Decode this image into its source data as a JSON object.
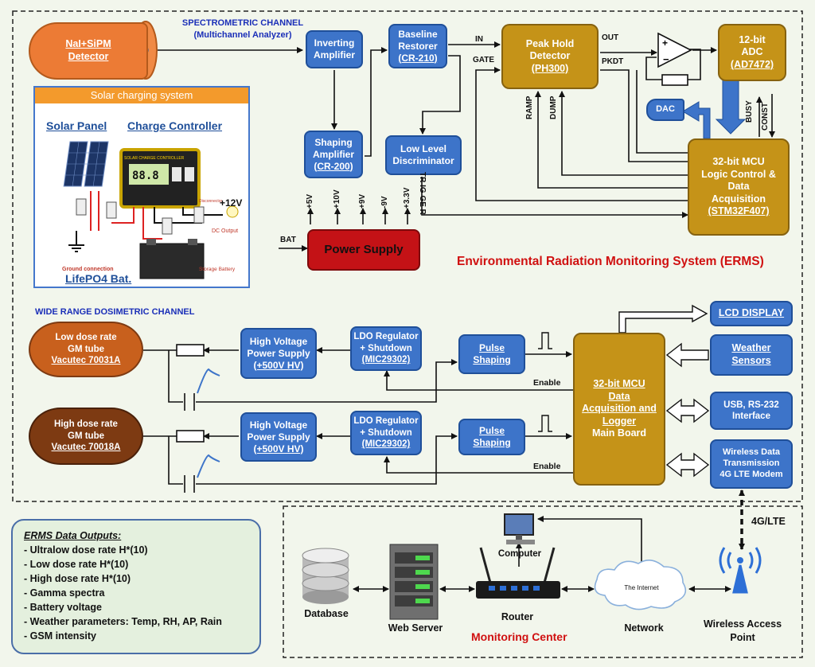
{
  "spectrometric": {
    "title_line1": "SPECTROMETRIC CHANNEL",
    "title_line2": "(Multichannel Analyzer)",
    "detector_line1": "NaI+SiPM",
    "detector_line2": "Detector",
    "inverting_line1": "Inverting",
    "inverting_line2": "Amplifier",
    "baseline_line1": "Baseline",
    "baseline_line2": "Restorer",
    "baseline_part": "(CR-210)",
    "shaping_line1": "Shaping",
    "shaping_line2": "Amplifier",
    "shaping_part": "(CR-200)",
    "lld_line1": "Low Level",
    "lld_line2": "Discriminator",
    "peak_line1": "Peak Hold",
    "peak_line2": "Detector",
    "peak_part": "(PH300)",
    "adc_line1": "12-bit",
    "adc_line2": "ADC",
    "adc_part": "(AD7472)",
    "dac": "DAC",
    "mcu_line1": "32-bit MCU",
    "mcu_line2": "Logic Control &",
    "mcu_line3": "Data",
    "mcu_line4": "Acquisition",
    "mcu_part": "(STM32F407)",
    "sig_in": "IN",
    "sig_gate": "GATE",
    "sig_out": "OUT",
    "sig_pkdt": "PKDT",
    "sig_ramp": "RAMP",
    "sig_dump": "DUMP",
    "sig_busy": "BUSY",
    "sig_const": "CONST",
    "sig_trig": "TR IG GE R"
  },
  "power": {
    "label": "Power Supply",
    "bat": "BAT",
    "rails": [
      "+5V",
      "+10V",
      "+9V",
      "-9V",
      "+3.3V"
    ]
  },
  "solar": {
    "title": "Solar charging system",
    "panel": "Solar Panel",
    "controller": "Charge Controller",
    "controller_face": "SOLAR CHARGE CONTROLLER",
    "voltage": "+12V",
    "battery": "LifePO4 Bat.",
    "ground": "Ground connection",
    "storage": "Storage Battery",
    "dc_output": "DC Output",
    "disconnector": "Disconnector",
    "lcd_digits": "88.8"
  },
  "system_title": "Environmental Radiation Monitoring System (ERMS)",
  "dosimetric": {
    "title": "WIDE RANGE DOSIMETRIC CHANNEL",
    "low_tube_line1": "Low dose rate",
    "low_tube_line2": "GM tube",
    "low_tube_part": "Vacutec 70031A",
    "high_tube_line1": "High dose rate",
    "high_tube_line2": "GM tube",
    "high_tube_part": "Vacutec 70018A",
    "hv_line1": "High Voltage",
    "hv_line2": "Power Supply",
    "hv_value": "(+500V HV)",
    "ldo_line1": "LDO Regulator",
    "ldo_line2": "+ Shutdown",
    "ldo_part": "(MIC29302)",
    "pulse_line1": "Pulse",
    "pulse_line2": "Shaping",
    "enable": "Enable",
    "main_line1": "32-bit MCU",
    "main_line2": "Data",
    "main_line3": "Acquisition and",
    "main_line4": "Logger",
    "main_line5": "Main Board",
    "lcd": "LCD DISPLAY",
    "weather_line1": "Weather",
    "weather_line2": "Sensors",
    "usb_line1": "USB, RS-232",
    "usb_line2": "Interface",
    "wireless_line1": "Wireless Data",
    "wireless_line2": "Transmission",
    "wireless_line3": "4G LTE Modem"
  },
  "outputs": {
    "title": "ERMS Data Outputs:",
    "items": [
      "- Ultralow dose rate H*(10)",
      "- Low dose rate H*(10)",
      "- High dose rate H*(10)",
      "- Gamma spectra",
      "- Battery voltage",
      "- Weather parameters: Temp, RH, AP, Rain",
      "- GSM intensity"
    ]
  },
  "monitoring": {
    "title": "Monitoring Center",
    "database": "Database",
    "web_server": "Web Server",
    "router": "Router",
    "computer": "Computer",
    "internet": "The Internet",
    "network": "Network",
    "wap_line1": "Wireless Access",
    "wap_line2": "Point",
    "link": "4G/LTE"
  },
  "colors": {
    "block_blue": "#3d74c9",
    "block_gold": "#c59318",
    "detector_orange": "#ec7b35",
    "low_tube": "#c8601d",
    "high_tube": "#7d3a12",
    "power_red": "#c41216",
    "title_red": "#d01010",
    "heading_navy": "#1b2fb8"
  }
}
